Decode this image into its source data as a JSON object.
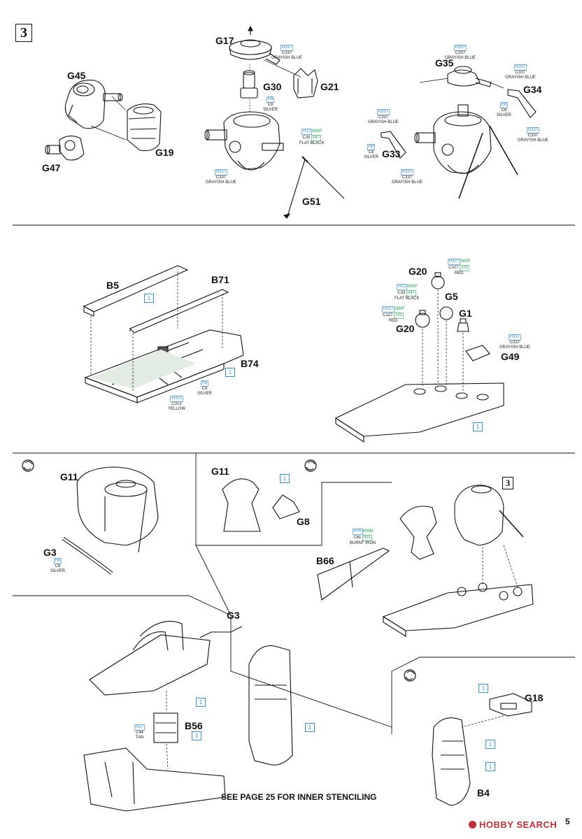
{
  "step": {
    "number": "3"
  },
  "parts": {
    "g45": "G45",
    "g19": "G19",
    "g47": "G47",
    "g17": "G17",
    "g30": "G30",
    "g21": "G21",
    "g51": "G51",
    "g35": "G35",
    "g34": "G34",
    "g33": "G33",
    "b5": "B5",
    "b71": "B71",
    "b74": "B74",
    "g20a": "G20",
    "g5": "G5",
    "g1": "G1",
    "g20b": "G20",
    "g49": "G49",
    "g11a": "G11",
    "g3a": "G3",
    "g11b": "G11",
    "g8": "G8",
    "b66": "B66",
    "g3b": "G3",
    "b56": "B56",
    "g18": "G18",
    "b4": "B4"
  },
  "paint": {
    "grayish_blue": {
      "h": "H337",
      "c": "C337",
      "name": "GRAYISH BLUE"
    },
    "silver": {
      "h": "H8",
      "c": "C8",
      "name": "SILVER"
    },
    "flat_black": {
      "h": "H12",
      "mmp": "MMP",
      "c": "C33",
      "mc": "047",
      "name": "FLAT BLACK"
    },
    "red": {
      "h": "H327",
      "mmp": "MMP",
      "c": "C327",
      "mc": "101",
      "name": "RED"
    },
    "yellow": {
      "h": "H313",
      "c": "C313",
      "name": "YELLOW"
    },
    "burnt_iron": {
      "h": "H76",
      "mmm": "MMM",
      "c": "C61",
      "mc": "001",
      "name": "BURNT IRON"
    },
    "tan": {
      "h": "H27",
      "c": "C44",
      "name": "TAN"
    }
  },
  "decal_number": "1",
  "substep_ref": "3",
  "note": "SEE PAGE 25 FOR INNER STENCILING",
  "watermark": {
    "text": "HOBBY SEARCH"
  },
  "page_number": "5",
  "colors": {
    "line": "#111111",
    "gunze": "#3a8fd0",
    "mrmetal": "#2aa35a",
    "brand": "#c0313a"
  }
}
